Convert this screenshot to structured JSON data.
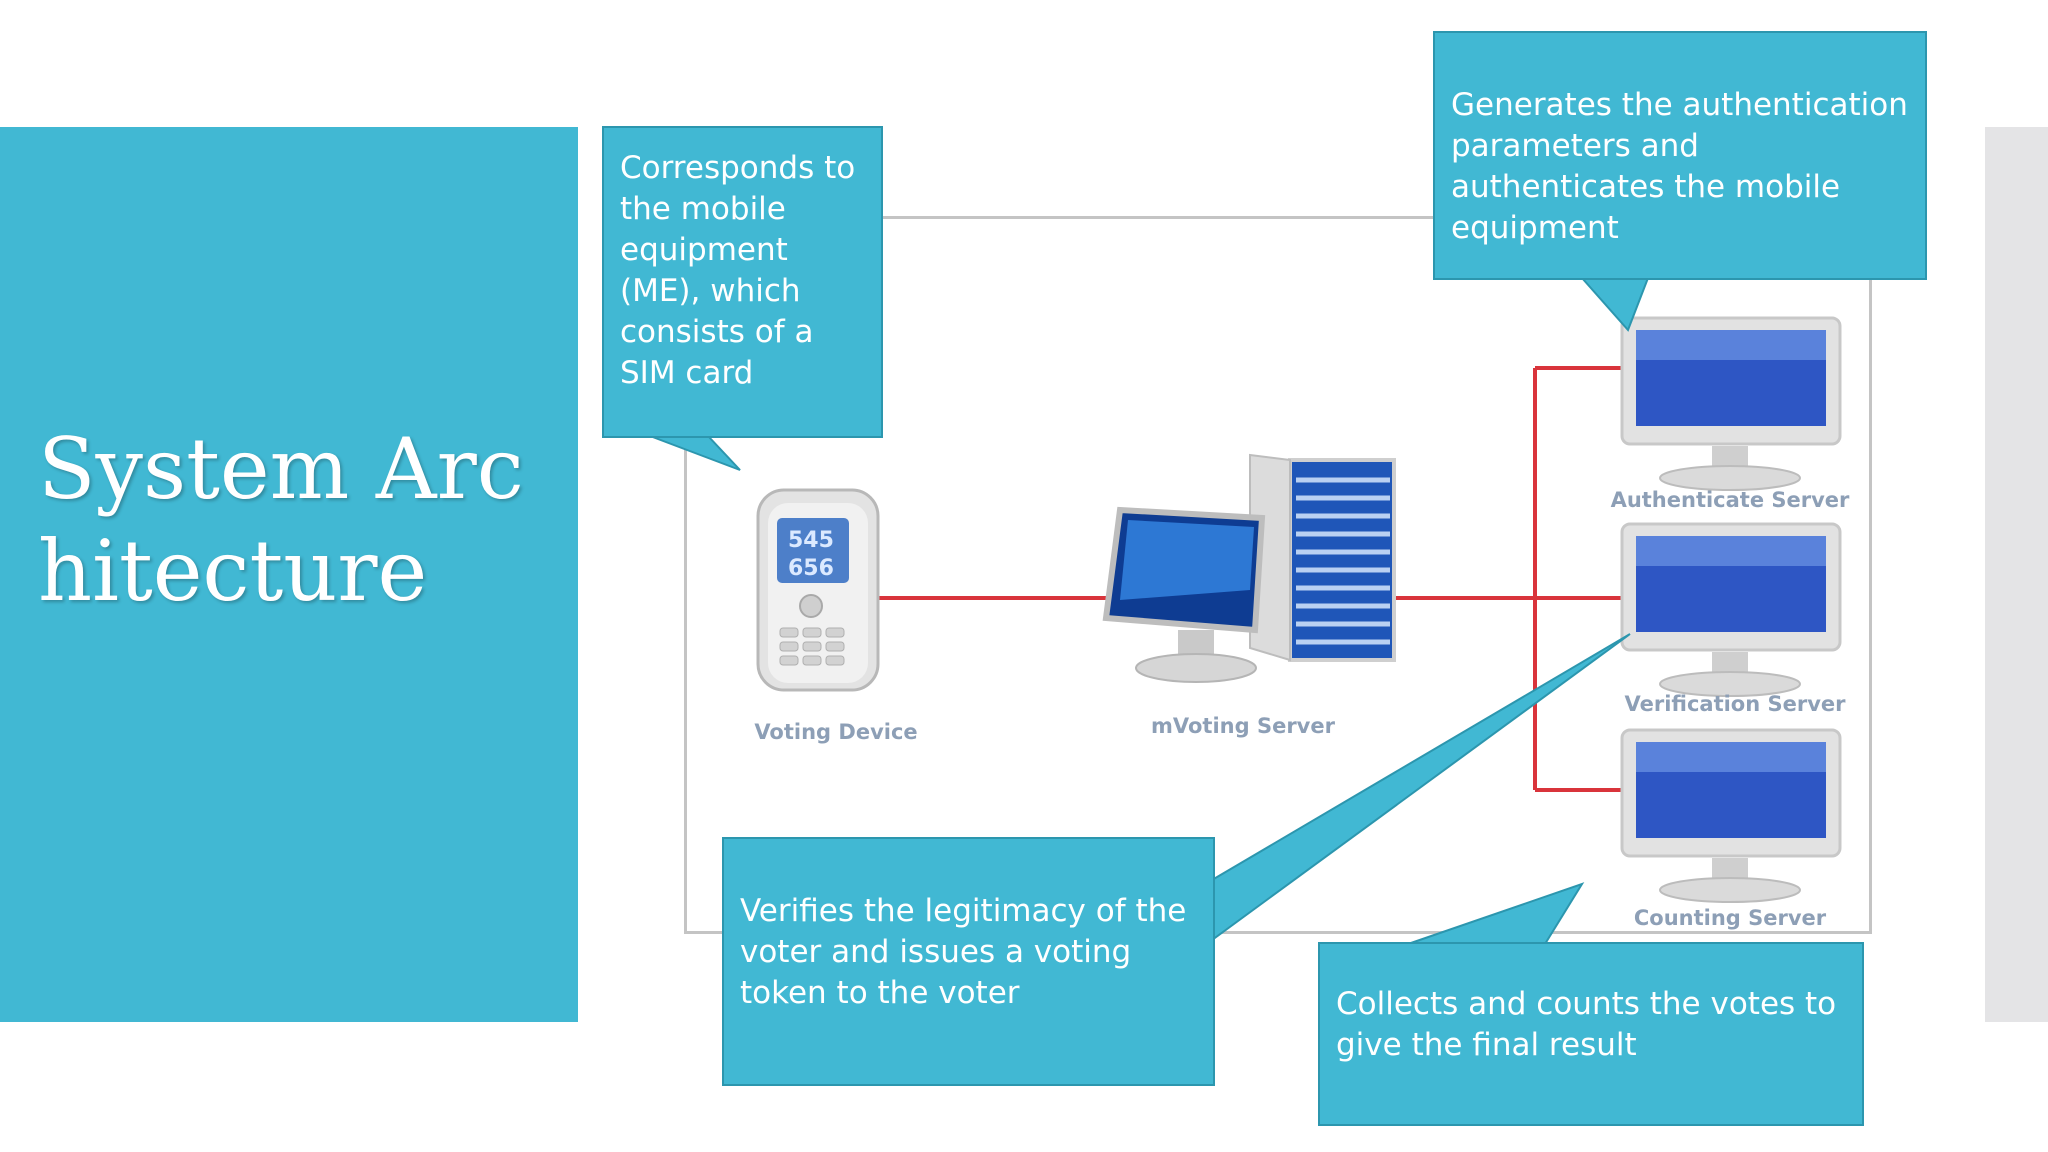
{
  "slide": {
    "title": "System Architecture"
  },
  "diagram": {
    "nodes": {
      "voting_device": "Voting Device",
      "mvoting_server": "mVoting Server",
      "authenticate_server": "Authenticate Server",
      "verification_server": "Verification Server",
      "counting_server": "Counting Server"
    },
    "phone_screen": [
      "545",
      "656"
    ],
    "colors": {
      "accent": "#41b8d3",
      "connector": "#d9343b",
      "frame": "#c4c4c4"
    }
  },
  "callouts": {
    "voting_device": "Corresponds to the mobile equipment (ME), which consists of a SIM card",
    "authenticate_server": "Generates the authentication parameters and authenticates the mobile equipment",
    "verification_server": "Verifies the legitimacy of the voter and issues a voting token to the voter",
    "counting_server": "Collects and counts the votes to give the final result"
  }
}
